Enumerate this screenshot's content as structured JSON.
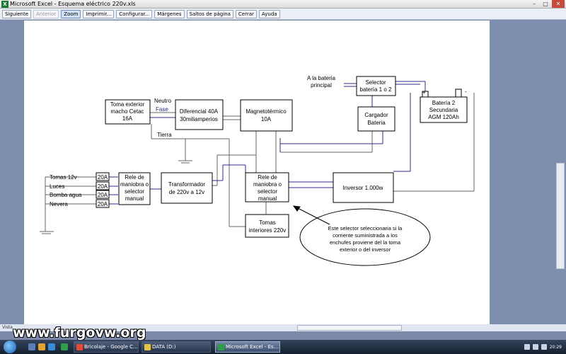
{
  "window": {
    "title": "Microsoft Excel - Esquema eléctrico 220v.xls",
    "minimize": "–",
    "maximize": "□",
    "close": "✕"
  },
  "toolbar": {
    "buttons": [
      "Siguiente",
      "Anterior",
      "Zoom",
      "Imprimir...",
      "Configurar...",
      "Márgenes",
      "Saltos de página",
      "Cerrar",
      "Ayuda"
    ]
  },
  "diagram": {
    "toma_exterior": [
      "Toma exterior",
      "macho Cetac",
      "16A"
    ],
    "neutro": "Neutro",
    "fase": "Fase",
    "tierra": "Tierra",
    "diferencial": [
      "Diferencial 40A",
      "30miliamperios"
    ],
    "magnetotermico": [
      "Magnetotérmico",
      "10A"
    ],
    "a_la_bateria": [
      "A la bateria",
      "principal"
    ],
    "selector_bateria": [
      "Selector",
      "batería 1 o 2"
    ],
    "cargador": [
      "Cargador",
      "Bateria"
    ],
    "bateria2": [
      "Batería 2",
      "Secundaria",
      "AGM 120Ah"
    ],
    "plus": "+",
    "minus": "-",
    "loads": [
      "Tomas 12v",
      "Luces",
      "Bomba agua",
      "Nevera"
    ],
    "fuse": "20A",
    "rele1": [
      "Rele de",
      "maniobra o",
      "selector",
      "manual"
    ],
    "transformador": [
      "Transformador",
      "de 220v a 12v"
    ],
    "rele2": [
      "Rele de",
      "maniobra o",
      "selector",
      "manual"
    ],
    "inversor": "Inversor 1.000w",
    "tomas_interiores": [
      "Tomas",
      "interiores 220v"
    ],
    "nota": [
      "Este selector seleccionaria si la",
      "corriente suministrada a los",
      "enchufes proviene del la toma",
      "exterior o del inversor"
    ]
  },
  "statusbar": {
    "text": "Vista"
  },
  "watermark": "www.furgovw.org",
  "taskbar": {
    "tasks": [
      "Bricolaje - Google C...",
      "DATA (D:)",
      "Microsoft Excel - Es..."
    ],
    "clock": "20:29"
  },
  "colors": {
    "wire_blue": "#2b2b8c",
    "wire_gray": "#666666"
  }
}
